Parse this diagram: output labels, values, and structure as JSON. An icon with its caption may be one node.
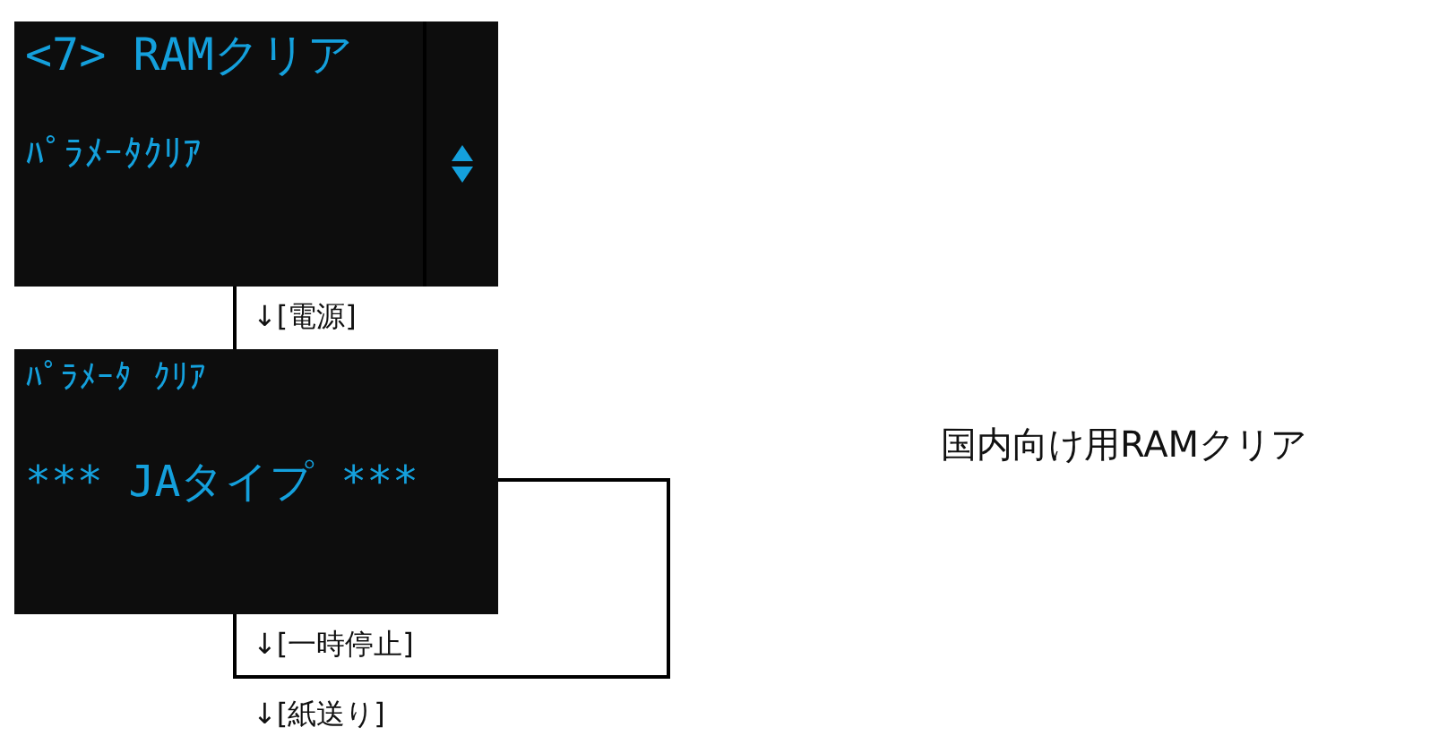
{
  "diagram": {
    "nodes": [
      {
        "text": [
          "<7> RAMクリア",
          "ﾊﾟﾗﾒｰﾀｸﾘｱ"
        ]
      },
      {
        "text": [
          "ﾊﾟﾗﾒｰﾀ ｸﾘｱ",
          "*** JAタイプ ***"
        ]
      }
    ],
    "edges": [
      {
        "from": 0,
        "to": 1,
        "arrow": "none",
        "label": "↓[電源]"
      },
      {
        "from": 1,
        "to": 1,
        "arrow": "none",
        "label": "↓[一時停止]"
      }
    ],
    "labels": [
      "国内向け用RAMクリア",
      "↓[紙送り]"
    ]
  }
}
